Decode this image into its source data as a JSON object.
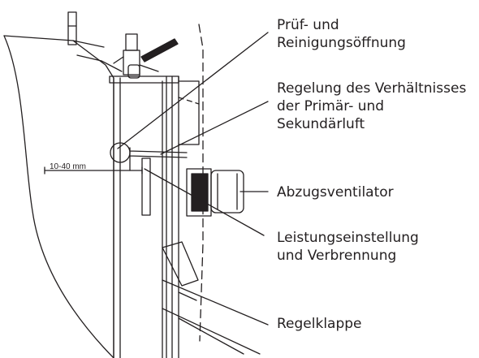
{
  "labels": {
    "inspection_opening": [
      "Prüf- und",
      "Reinigungsöffnung"
    ],
    "air_ratio": [
      "Regelung des Verhältnisses",
      "der Primär- und",
      "Sekundärluft"
    ],
    "exhaust_fan": [
      "Abzugsventilator"
    ],
    "power_setting": [
      "Leistungseinstellung",
      "und Verbrennung"
    ],
    "control_flap": [
      "Regelklappe"
    ]
  },
  "dimension": "10-40 mm"
}
